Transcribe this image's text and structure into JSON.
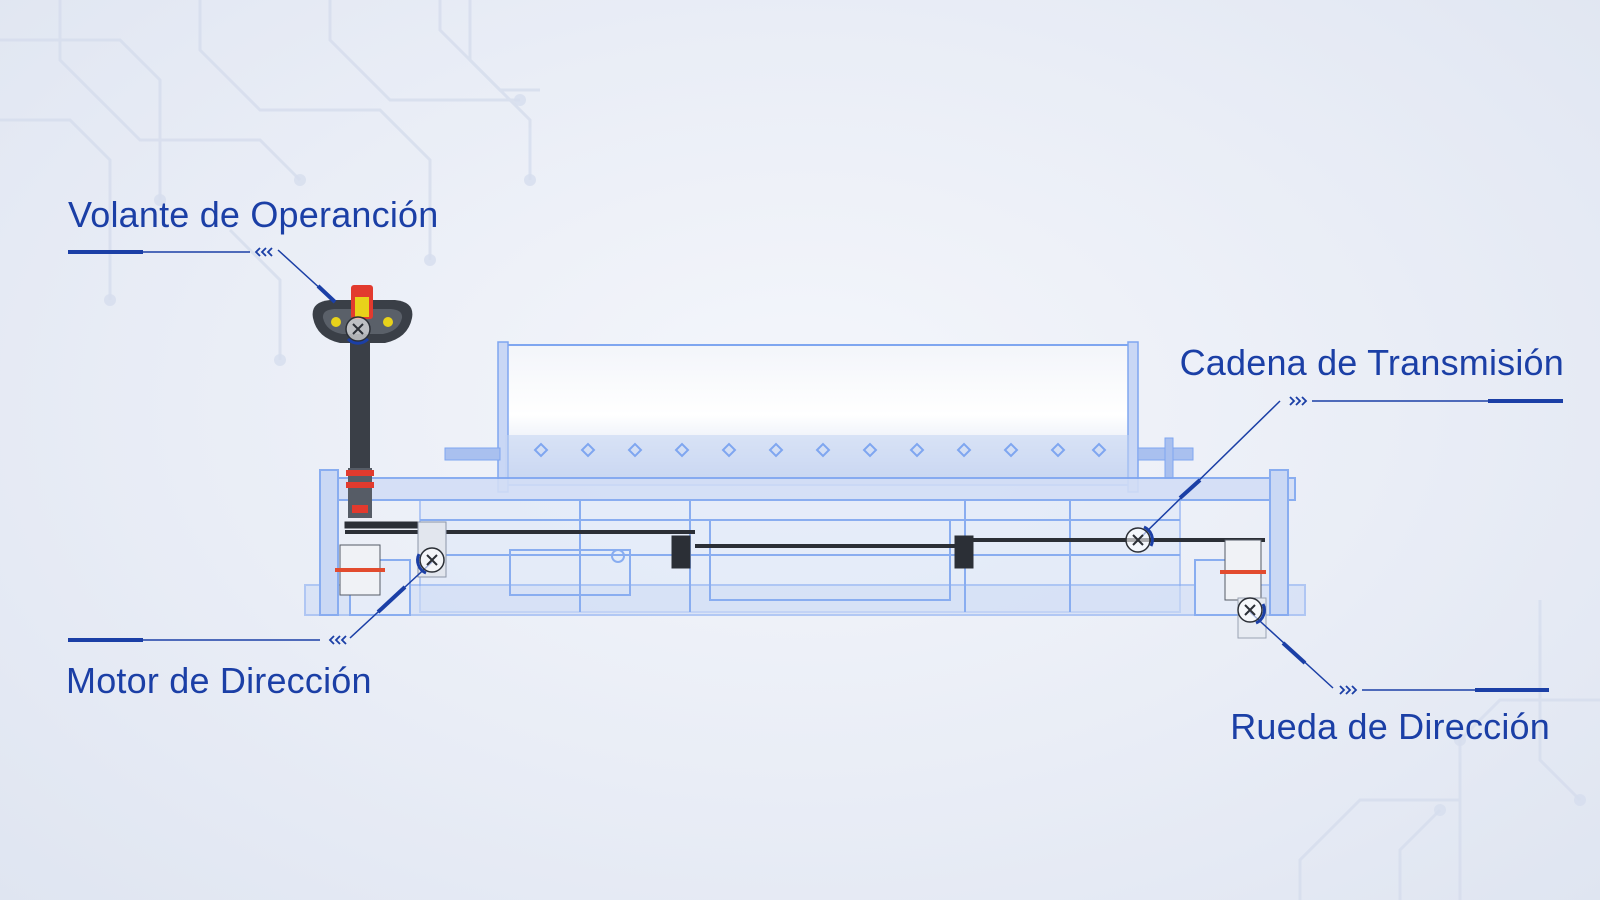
{
  "callouts": {
    "operation_wheel": "Volante de Operanción",
    "transmission_chain": "Cadena de Transmisión",
    "steering_motor": "Motor de Dirección",
    "steering_wheel": "Rueda de Dirección"
  },
  "colors": {
    "accent": "#1b3fa6",
    "frame_blue": "#7fa6f0",
    "handle_dark": "#3a3f47",
    "handle_yellow": "#e8d21a",
    "handle_red": "#e23a2e",
    "background": "#eef1f8"
  },
  "icons": {
    "callout_arrow_left": "chevron-triple-left-icon",
    "callout_arrow_right": "chevron-triple-right-icon",
    "pointer": "crosshair-target-icon"
  }
}
